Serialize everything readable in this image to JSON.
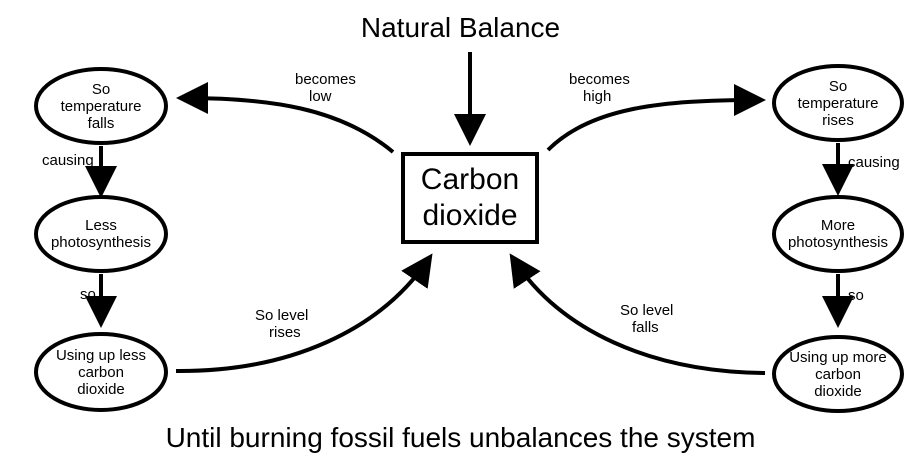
{
  "title": "Natural Balance",
  "footer": "Until burning fossil fuels unbalances the system",
  "center": {
    "line1": "Carbon",
    "line2": "dioxide"
  },
  "left": {
    "top": [
      "So",
      "temperature",
      "falls"
    ],
    "middle": [
      "Less",
      "photosynthesis"
    ],
    "bottom": [
      "Using up less",
      "carbon",
      "dioxide"
    ]
  },
  "right": {
    "top": [
      "So",
      "temperature",
      "rises"
    ],
    "middle": [
      "More",
      "photosynthesis"
    ],
    "bottom": [
      "Using up more",
      "carbon",
      "dioxide"
    ]
  },
  "labels": {
    "becomes_low": [
      "becomes",
      "low"
    ],
    "becomes_high": [
      "becomes",
      "high"
    ],
    "causing_left": "causing",
    "causing_right": "causing",
    "so_left": "so",
    "so_right": "so",
    "level_rises": [
      "So level",
      "rises"
    ],
    "level_falls": [
      "So level",
      "falls"
    ]
  }
}
